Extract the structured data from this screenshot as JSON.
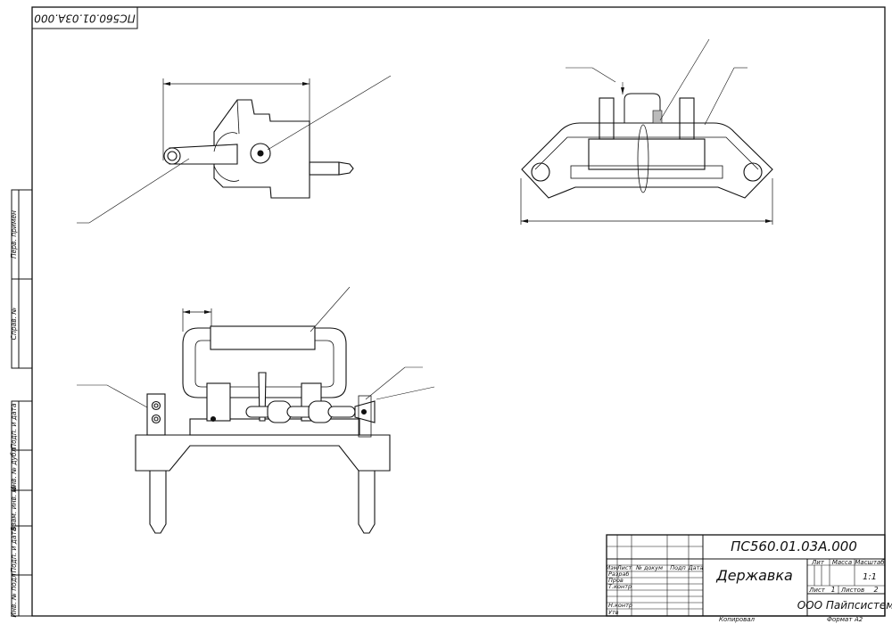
{
  "drawing": {
    "top_stamp": "ПС560.01.03А.000",
    "designation": "ПС560.01.03А.000",
    "name": "Державка",
    "company": "ООО Пайпсистем",
    "scale": "1:1",
    "sheet_no": "1",
    "sheets_total": "2",
    "format": "А2"
  },
  "title_block": {
    "col_headers": {
      "izm": "Изм",
      "list": "Лист",
      "doc": "№ докум",
      "sign": "Подп",
      "date": "Дата"
    },
    "roles": {
      "razrab": "Разраб",
      "prov": "Пров",
      "tkontr": "Т.контр",
      "nkontr": "Н.контр",
      "utv": "Утв"
    },
    "labels": {
      "lit": "Лит",
      "massa": "Масса",
      "masshtab": "Масштаб",
      "list": "Лист",
      "listov": "Листов",
      "kopiroval": "Копировал",
      "format": "Формат"
    }
  },
  "side_columns": {
    "perv_primen": "Перв. примен",
    "sprav_no": "Справ. №",
    "podp_data_1": "Подп. и дата",
    "inv_dubl": "Инв. № дубл",
    "vzam_inv": "Взам. инв. №",
    "podp_data_2": "Подп. и дата",
    "inv_podl": "Инв. № подл"
  }
}
